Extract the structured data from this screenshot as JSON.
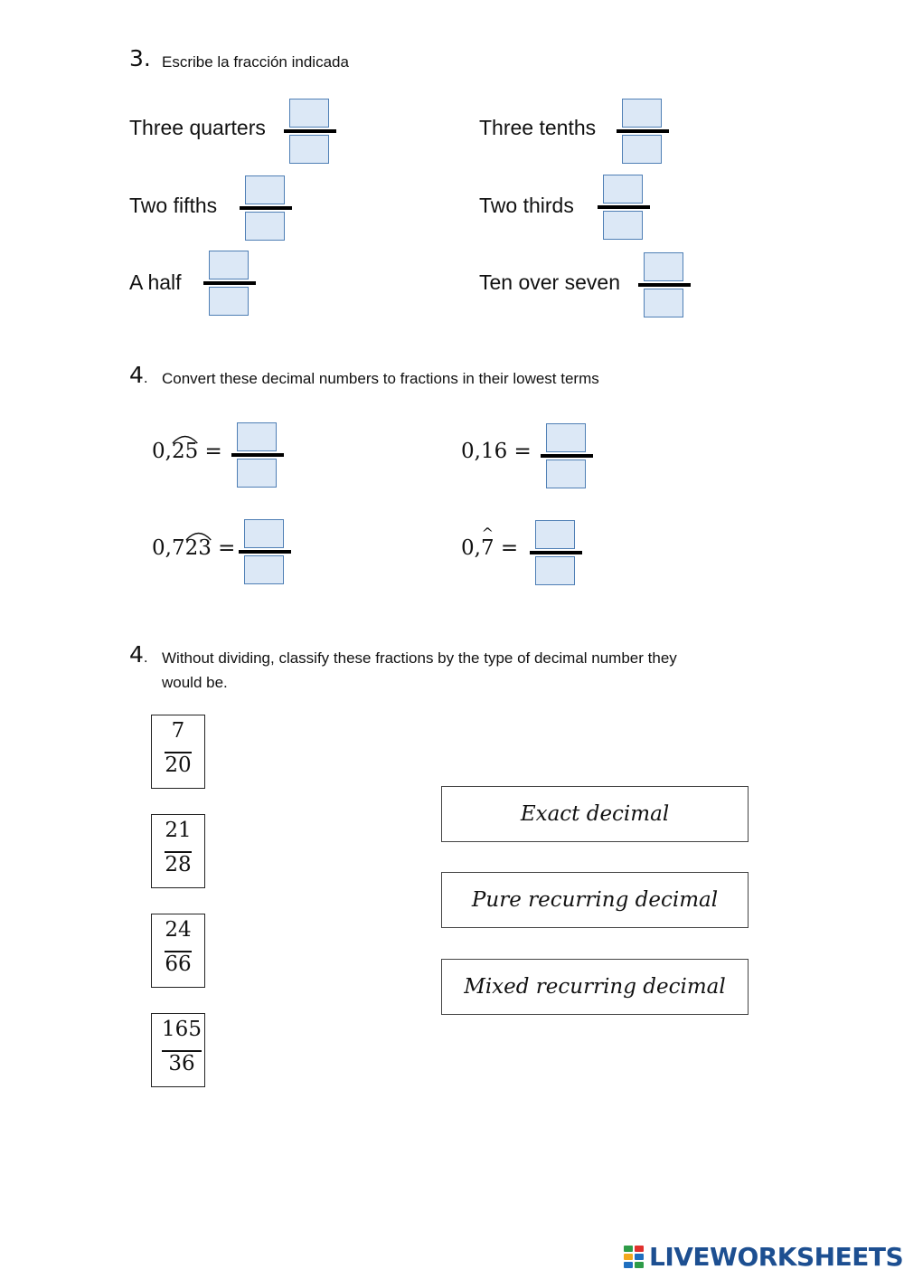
{
  "section3": {
    "number": "3.",
    "instruction": "Escribe la fracción indicada",
    "items": [
      {
        "label": "Three quarters"
      },
      {
        "label": "Three tenths"
      },
      {
        "label": "Two fifths"
      },
      {
        "label": "Two thirds"
      },
      {
        "label": "A half"
      },
      {
        "label": "Ten over seven"
      }
    ]
  },
  "section4a": {
    "number": "4",
    "dot": ".",
    "instruction": "Convert these decimal numbers to fractions in their lowest terms",
    "items": [
      {
        "int": "0,",
        "recurring": "25",
        "equals": "="
      },
      {
        "int": "0,16",
        "equals": "="
      },
      {
        "int": "0,7",
        "recurring": "23",
        "equals": "="
      },
      {
        "int": "0,",
        "recurring": "7",
        "equals": "="
      }
    ]
  },
  "section4b": {
    "number": "4",
    "dot": ".",
    "instruction_line1": "Without dividing, classify these fractions by the type of decimal number they",
    "instruction_line2": "would be.",
    "fractions": [
      {
        "numerator": "7",
        "denominator": "20"
      },
      {
        "numerator": "21",
        "denominator": "28"
      },
      {
        "numerator": "24",
        "denominator": "66"
      },
      {
        "numerator": "165",
        "denominator": "36"
      }
    ],
    "categories": [
      "Exact decimal",
      "Pure recurring decimal",
      "Mixed recurring decimal"
    ]
  },
  "footer": {
    "logo_text": "LIVEWORKSHEETS",
    "logo_icon": "liveworksheets-logo-icon",
    "logo_colors": [
      "#2e9c48",
      "#e0312d",
      "#f2a81d",
      "#1f6fbf"
    ]
  }
}
